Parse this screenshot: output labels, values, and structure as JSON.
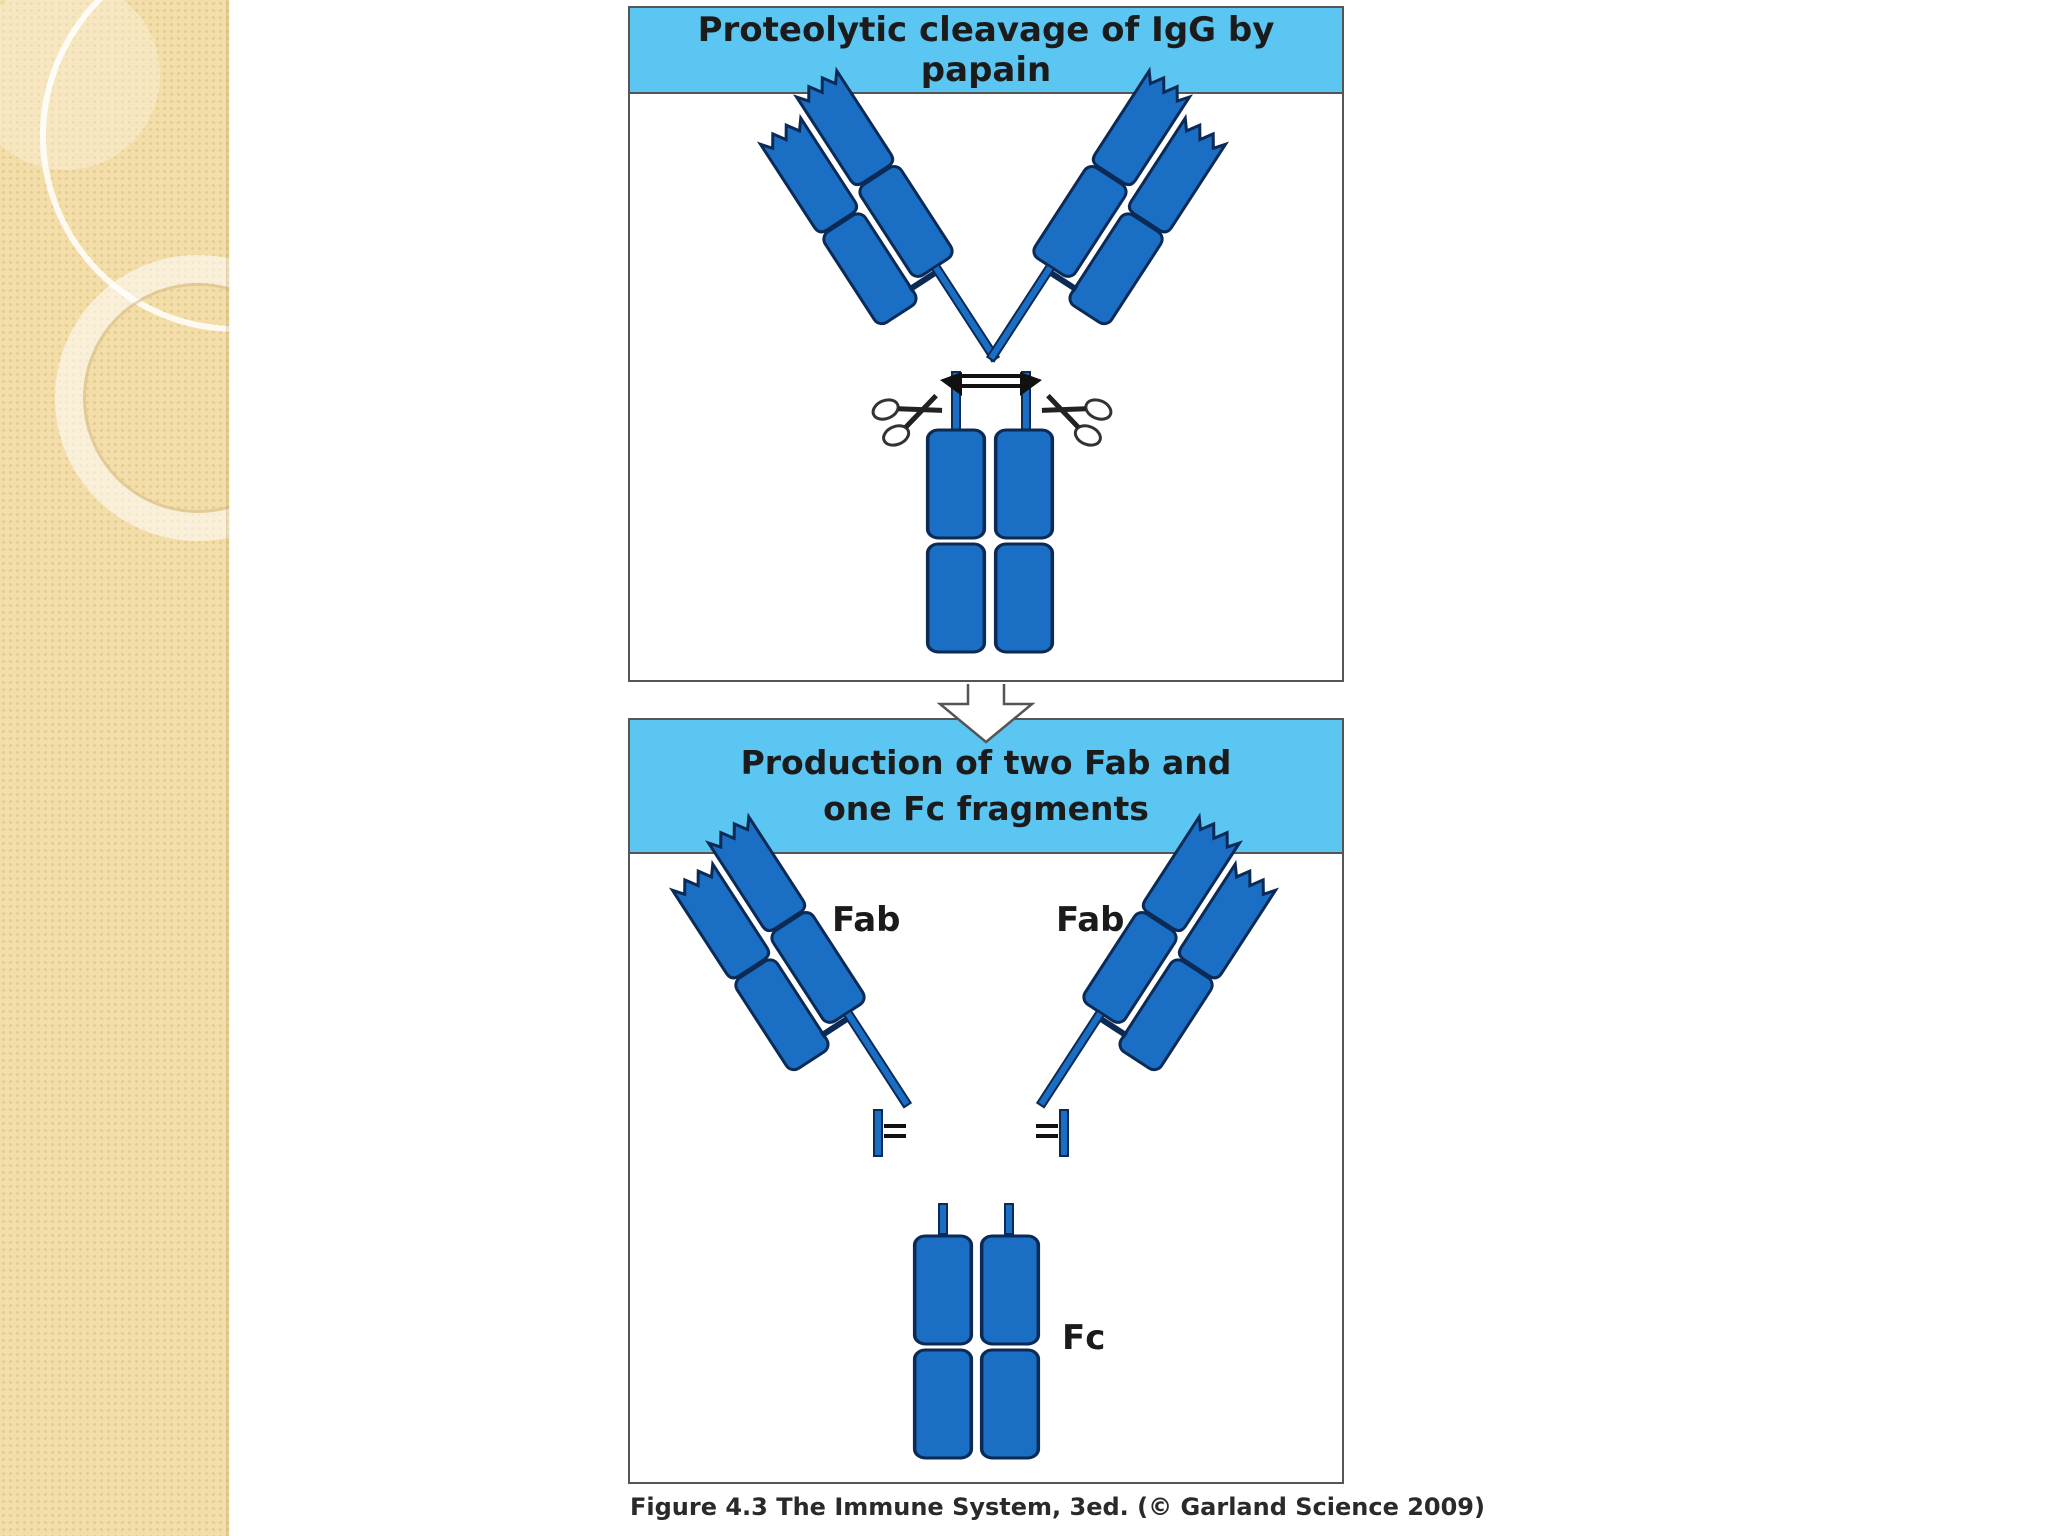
{
  "slide": {
    "background_color": "#ffffff",
    "sidebar_color": "#f3deaa"
  },
  "figure": {
    "top_panel": {
      "title": "Proteolytic cleavage of IgG by papain"
    },
    "bottom_panel": {
      "title_line1": "Production of two Fab and",
      "title_line2": "one Fc fragments",
      "labels": {
        "fab_left": "Fab",
        "fab_right": "Fab",
        "fc": "Fc"
      }
    },
    "caption": "Figure 4.3 The Immune System, 3ed. (© Garland Science 2009)",
    "colors": {
      "domain_fill": "#1a6fc4",
      "domain_stroke": "#0b2a55",
      "header_fill": "#5cc6f2",
      "scissors": "#333333"
    },
    "icons": [
      "scissors-icon",
      "down-arrow-icon"
    ]
  }
}
